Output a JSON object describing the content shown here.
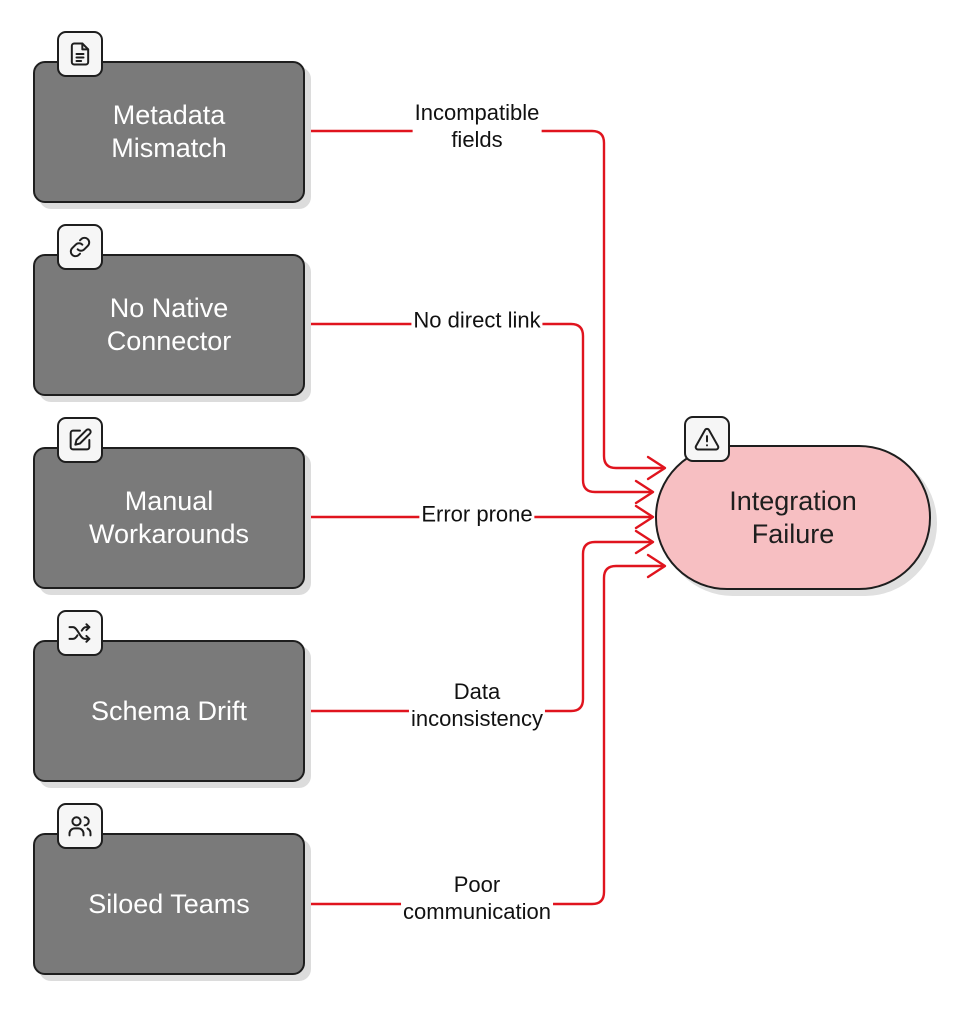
{
  "colors": {
    "source_fill": "#7a7a7a",
    "target_fill": "#f7bfc2",
    "edge": "#e0141e",
    "outline": "#1e1e1e"
  },
  "sources": [
    {
      "label": "Metadata\nMismatch",
      "icon": "document-icon"
    },
    {
      "label": "No Native\nConnector",
      "icon": "link-icon"
    },
    {
      "label": "Manual\nWorkarounds",
      "icon": "edit-icon"
    },
    {
      "label": "Schema Drift",
      "icon": "shuffle-icon"
    },
    {
      "label": "Siloed Teams",
      "icon": "users-icon"
    }
  ],
  "target": {
    "label": "Integration\nFailure",
    "icon": "warning-icon"
  },
  "edges": [
    {
      "label": "Incompatible\nfields"
    },
    {
      "label": "No direct link"
    },
    {
      "label": "Error prone"
    },
    {
      "label": "Data\ninconsistency"
    },
    {
      "label": "Poor\ncommunication"
    }
  ]
}
